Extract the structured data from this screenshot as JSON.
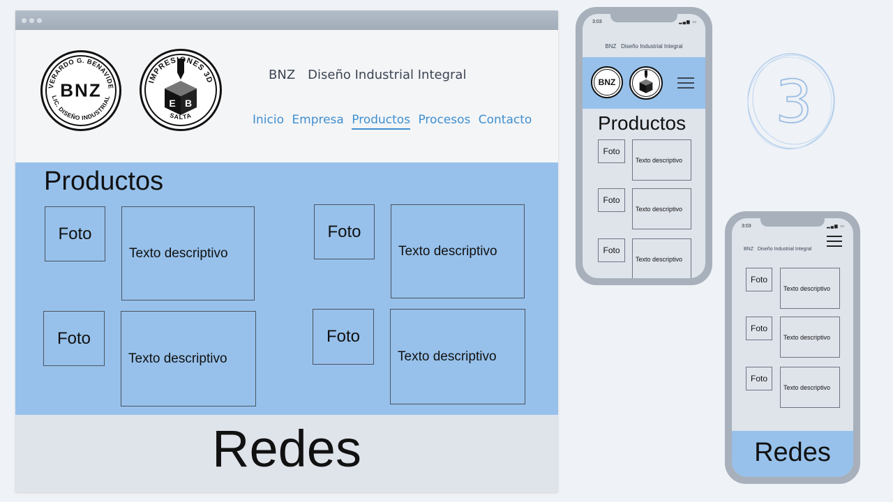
{
  "brand": {
    "short": "BNZ",
    "name": "Diseño Industrial Integral"
  },
  "logos": {
    "logo1_text": "BNZ",
    "logo1_ring_top": "EVERARDO G. BENAVIDEZ",
    "logo1_ring_bottom": "LIC. DISEÑO INDUSTRIAL",
    "logo2_ring_top": "IMPRESIONES 3D",
    "logo2_ring_bottom": "SALTA"
  },
  "nav": {
    "items": [
      "Inicio",
      "Empresa",
      "Productos",
      "Procesos",
      "Contacto"
    ],
    "active": "Productos"
  },
  "section_title": "Productos",
  "card": {
    "photo_label": "Foto",
    "text_label": "Texto descriptivo"
  },
  "footer_label": "Redes",
  "status": {
    "time": "3:03"
  },
  "annotation": {
    "number": "3"
  },
  "colors": {
    "accent_band": "#97c1eb",
    "nav_link": "#3f8fd0",
    "page_bg": "#eff2f6",
    "phone_frame": "#a7b0bb"
  }
}
